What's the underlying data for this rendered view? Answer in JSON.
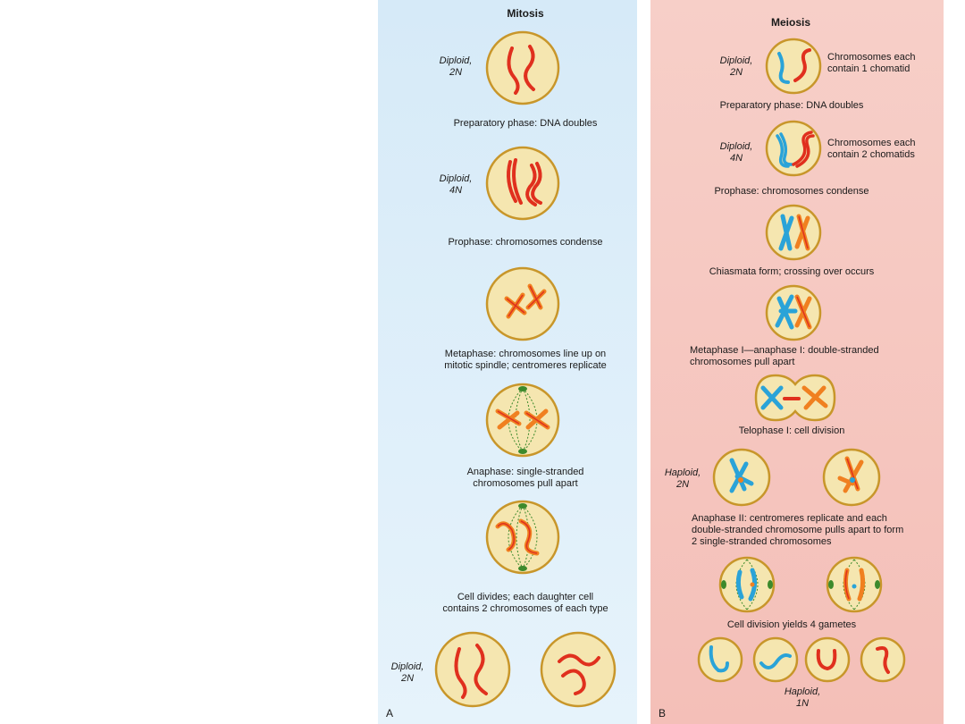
{
  "mitosis": {
    "title": "Mitosis",
    "letter": "A",
    "labels": {
      "diploid_2n_top": [
        "Diploid,",
        "2N"
      ],
      "diploid_4n": [
        "Diploid,",
        "4N"
      ],
      "diploid_2n_bottom": [
        "Diploid,",
        "2N"
      ]
    },
    "steps": [
      [
        "Preparatory phase: DNA doubles"
      ],
      [
        "Prophase: chromosomes condense"
      ],
      [
        "Metaphase: chromosomes line up on",
        "mitotic spindle; centromeres replicate"
      ],
      [
        "Anaphase: single-stranded",
        "chromosomes pull apart"
      ],
      [
        "Cell divides; each daughter cell",
        "contains 2 chromosomes of each type"
      ]
    ]
  },
  "meiosis": {
    "title": "Meiosis",
    "letter": "B",
    "labels": {
      "diploid_2n": [
        "Diploid,",
        "2N"
      ],
      "diploid_4n": [
        "Diploid,",
        "4N"
      ],
      "haploid_2n": [
        "Haploid,",
        "2N"
      ],
      "haploid_1n": [
        "Haploid,",
        "1N"
      ]
    },
    "notes": {
      "one_chromatid": [
        "Chromosomes each",
        "contain 1 chomatid"
      ],
      "two_chromatids": [
        "Chromosomes each",
        "contain 2 chomatids"
      ]
    },
    "steps": [
      [
        "Preparatory phase: DNA doubles"
      ],
      [
        "Prophase: chromosomes condense"
      ],
      [
        "Chiasmata form; crossing over occurs"
      ],
      [
        "Metaphase I—anaphase I: double-stranded",
        "chromosomes pull apart"
      ],
      [
        "Telophase I: cell division"
      ],
      [
        "Anaphase II: centromeres replicate and each",
        "double-stranded chromosome pulls apart to form",
        "2 single-stranded chromosomes"
      ],
      [
        "Cell division yields 4 gametes"
      ]
    ]
  },
  "colors": {
    "mitosis_bg": "#d6eaf8",
    "meiosis_bg": "#f6c6bf",
    "cell_fill": "#f5e6b0",
    "cell_stroke": "#c8962a",
    "red_chromosome": "#e0301e",
    "blue_chromosome": "#2aa3d8",
    "orange_chromosome": "#f08020",
    "spindle": "#3c8a2c"
  }
}
